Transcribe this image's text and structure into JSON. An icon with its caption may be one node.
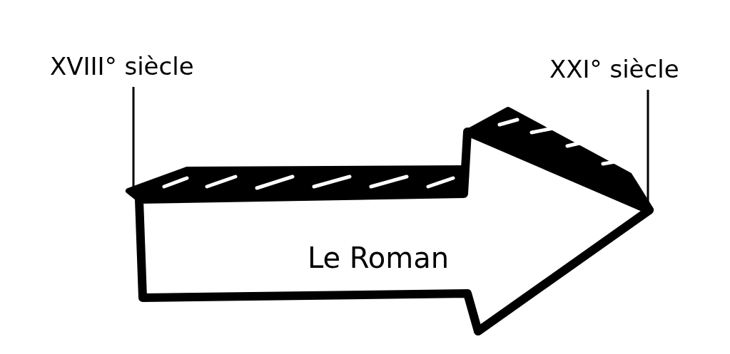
{
  "diagram": {
    "nodes": [
      {
        "text": [
          "XVIII° siècle"
        ]
      },
      {
        "text": [
          "XXI° siècle"
        ]
      },
      {
        "text": [
          "Le Roman"
        ]
      }
    ],
    "edges": [
      {
        "from": 0,
        "to": 2,
        "arrow": "none"
      },
      {
        "from": 1,
        "to": 2,
        "arrow": "none"
      }
    ]
  }
}
